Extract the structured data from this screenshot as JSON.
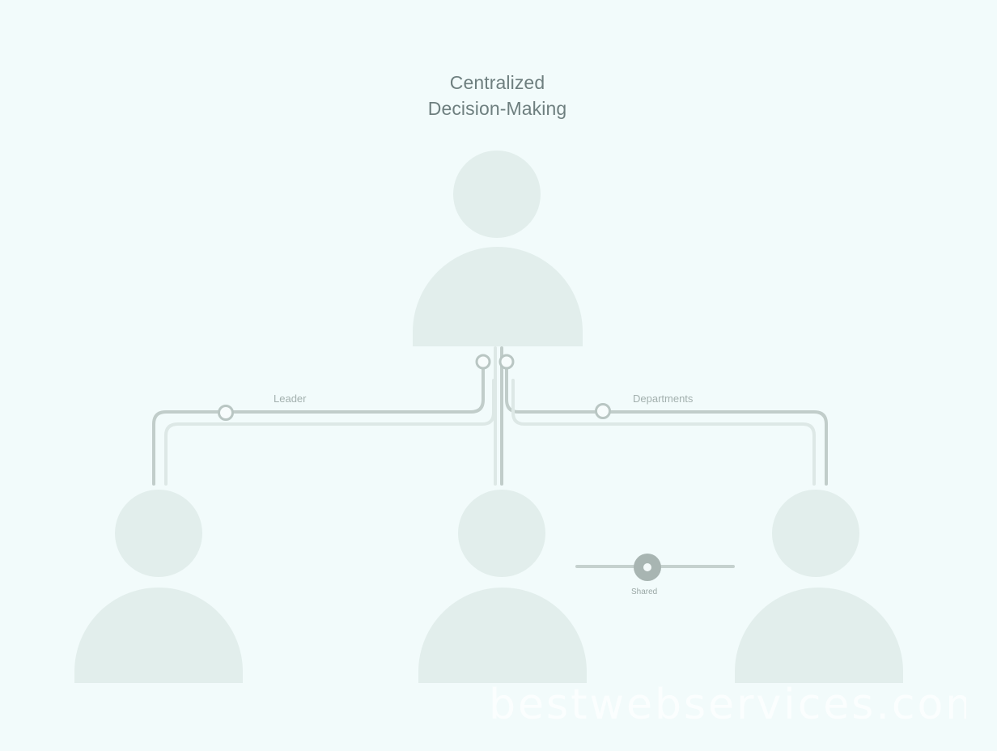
{
  "title": {
    "line1": "Centralized",
    "line2": "Decision-Making"
  },
  "connections": {
    "left_label": "Leader",
    "right_label": "Departments"
  },
  "slider": {
    "label": "Shared"
  },
  "watermark": {
    "text": "bestwebservices.com"
  },
  "colors": {
    "background": "#f2fbfb",
    "person": "#e2eeec",
    "wire": "#c1cdca",
    "text": "#6e7f7f"
  },
  "icons": {
    "person": "person-icon",
    "connector": "connector-node-icon"
  }
}
